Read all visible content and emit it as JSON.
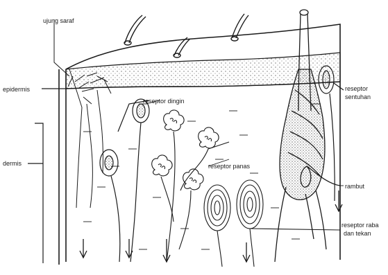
{
  "diagram": {
    "labels": {
      "ujung_saraf": "ujung saraf",
      "epidermis": "epidermis",
      "dermis": "dermis",
      "reseptor_dingin": "reseptor dingin",
      "reseptor_panas": "reseptor panas",
      "reseptor_sentuhan_line1": "reseptor",
      "reseptor_sentuhan_line2": "sentuhan",
      "rambut": "rambut",
      "reseptor_raba_line1": "reseptor raba",
      "reseptor_raba_line2": "dan tekan"
    }
  }
}
